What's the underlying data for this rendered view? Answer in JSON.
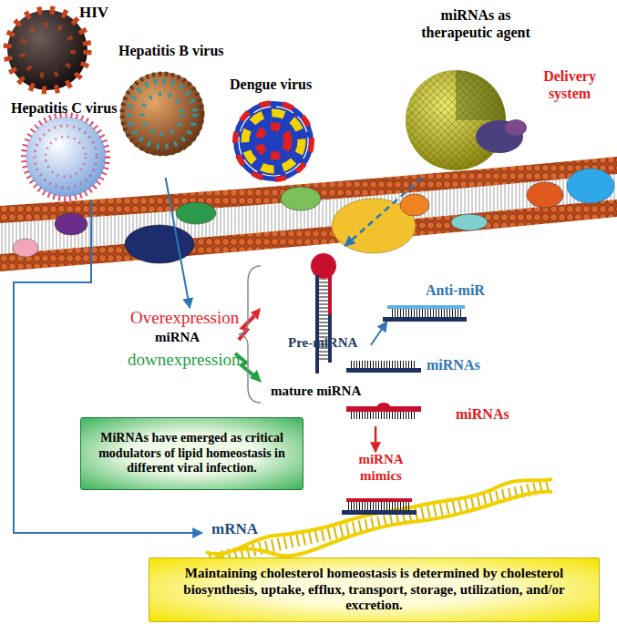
{
  "diagram": {
    "nodes": [
      {
        "text": [
          "HIV"
        ]
      },
      {
        "text": [
          "Hepatitis B virus"
        ]
      },
      {
        "text": [
          "Dengue virus"
        ]
      },
      {
        "text": [
          "Hepatitis C virus"
        ]
      },
      {
        "text": [
          "miRNAs as therapeutic agent",
          "Delivery system"
        ]
      },
      {
        "text": [
          "Overexpression",
          "miRNA",
          "downexpression"
        ]
      },
      {
        "text": [
          "Pre-miRNA"
        ]
      },
      {
        "text": [
          "Anti-miR"
        ]
      },
      {
        "text": [
          "miRNAs"
        ]
      },
      {
        "text": [
          "miRNAs"
        ]
      },
      {
        "text": [
          "MiRNAs have emerged as critical modulators of lipid homeostasis in different viral infection."
        ]
      },
      {
        "text": [
          "miRNA mimics"
        ]
      },
      {
        "text": [
          "mRNA"
        ]
      },
      {
        "text": [
          "Maintaining cholesterol homeostasis is determined by cholesterol biosynthesis, uptake, efflux, transport, storage, utilization, and/or excretion."
        ]
      }
    ],
    "edges": [
      {
        "from": 1,
        "to": 5,
        "arrow": "to"
      },
      {
        "from": 3,
        "to": 12,
        "arrow": "to"
      },
      {
        "from": 4,
        "to": 6,
        "arrow": "to"
      },
      {
        "from": 6,
        "to": 7,
        "arrow": "to"
      },
      {
        "from": 9,
        "to": 11,
        "arrow": "to"
      }
    ],
    "labels": [
      "mature miRNA"
    ]
  }
}
